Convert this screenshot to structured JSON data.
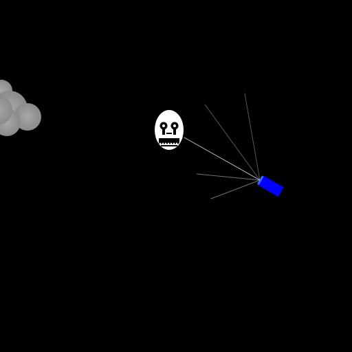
{
  "scene": {
    "background_color": "#000000",
    "entities": [
      {
        "name": "smoke-cloud",
        "kind": "cloud",
        "color": "#9a9a9a"
      },
      {
        "name": "ghost-mask-enemy",
        "kind": "enemy",
        "icon": "skull-mask-icon",
        "fill_color": "#ffffff",
        "feature_color": "#000000"
      },
      {
        "name": "player-cannon",
        "kind": "player",
        "icon": "cannon-icon",
        "color": "#0000ff"
      },
      {
        "name": "spark-rays",
        "kind": "effect",
        "color": "#ffffff",
        "ray_count": 5
      }
    ]
  }
}
